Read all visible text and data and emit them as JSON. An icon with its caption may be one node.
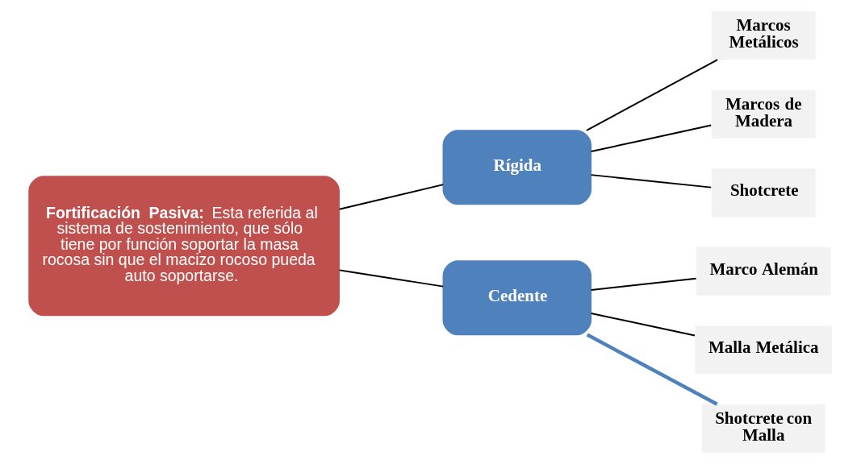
{
  "diagram": {
    "nodes": [
      {
        "text": [
          "**Fortificación Pasiva:** Esta referida al sistema de sostenimiento, que sólo tiene por función soportar la masa rocosa sin que el macizo rocoso pueda auto soportarse."
        ]
      },
      {
        "text": [
          "Rígida"
        ]
      },
      {
        "text": [
          "Cedente"
        ]
      },
      {
        "text": [
          "Marcos Metálicos"
        ]
      },
      {
        "text": [
          "Marcos de Madera"
        ]
      },
      {
        "text": [
          "Shotcrete"
        ]
      },
      {
        "text": [
          "Marco Alemán"
        ]
      },
      {
        "text": [
          "Malla Metálica"
        ]
      },
      {
        "text": [
          "Shotcrete con Malla"
        ]
      }
    ],
    "edges": [
      {
        "from": 0,
        "to": 1,
        "arrow": "none"
      },
      {
        "from": 0,
        "to": 2,
        "arrow": "none"
      },
      {
        "from": 1,
        "to": 3,
        "arrow": "none"
      },
      {
        "from": 1,
        "to": 4,
        "arrow": "none"
      },
      {
        "from": 1,
        "to": 5,
        "arrow": "none"
      },
      {
        "from": 2,
        "to": 6,
        "arrow": "none"
      },
      {
        "from": 2,
        "to": 7,
        "arrow": "none"
      },
      {
        "from": 2,
        "to": 8,
        "arrow": "none",
        "style": "thick",
        "color": "#4f81bd"
      }
    ]
  }
}
